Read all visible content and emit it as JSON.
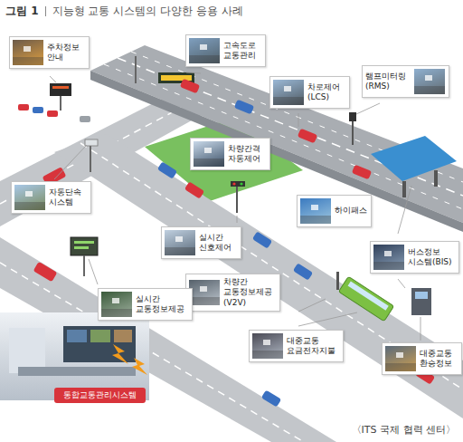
{
  "diagram": {
    "title": "지능형 교통 시스템의 다양한 응용 사례",
    "caption": "〈ITS 국제 협력 센터〉",
    "nodes": [
      {
        "text": [
          "주차정보 안내"
        ]
      },
      {
        "text": [
          "고속도로 교통관리"
        ]
      },
      {
        "text": [
          "램프미터링 (RMS)"
        ]
      },
      {
        "text": [
          "차로제어 (LCS)"
        ]
      },
      {
        "text": [
          "차량간격 자동제어"
        ]
      },
      {
        "text": [
          "자동단속 시스템"
        ]
      },
      {
        "text": [
          "하이패스"
        ]
      },
      {
        "text": [
          "실시간 신호제어"
        ]
      },
      {
        "text": [
          "버스정보 시스템(BIS)"
        ]
      },
      {
        "text": [
          "차량간 교통정보제공 (V2V)"
        ]
      },
      {
        "text": [
          "실시간 교통정보제공"
        ]
      },
      {
        "text": [
          "대중교통 요금전자지불"
        ]
      },
      {
        "text": [
          "대중교통 환승정보"
        ]
      },
      {
        "text": [
          "통합교통관리시스템"
        ]
      }
    ],
    "labels": [
      "그림 1"
    ]
  }
}
